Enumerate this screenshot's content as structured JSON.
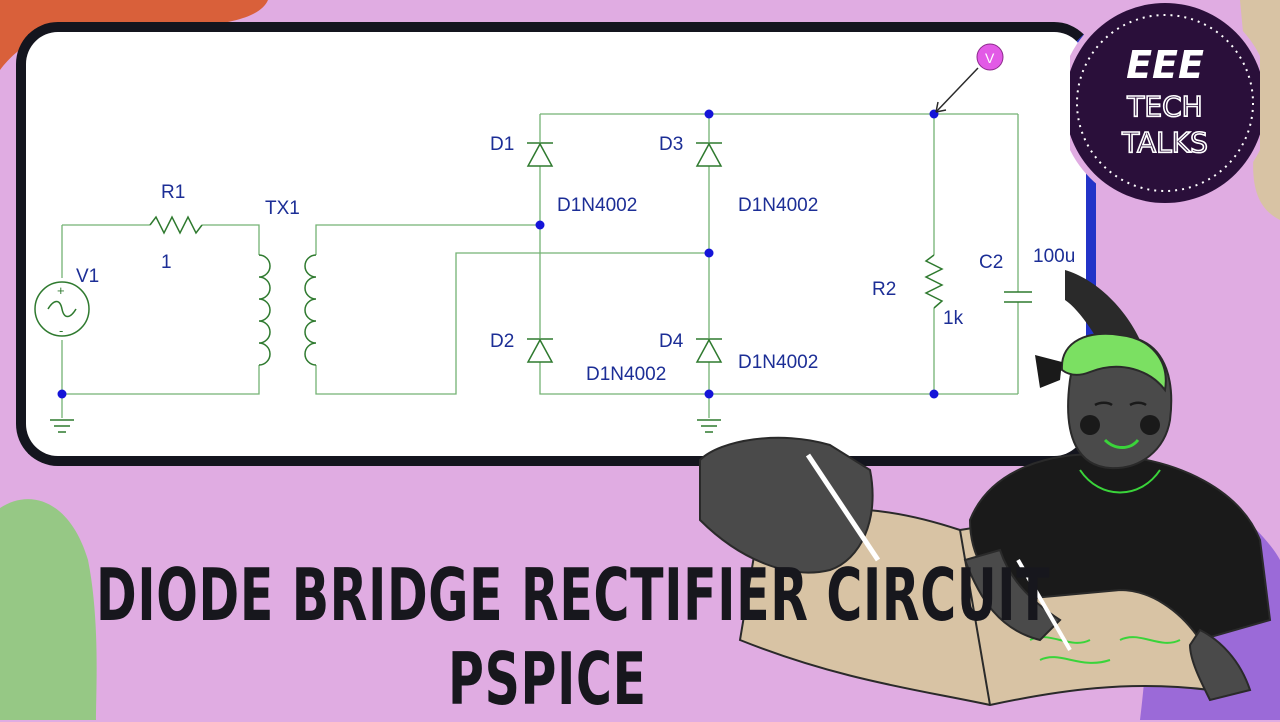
{
  "thumbnail": {
    "title_line1": "DIODE BRIDGE RECTIFIER CIRCUIT",
    "title_line2": "PSPICE"
  },
  "logo": {
    "line1": "EEE",
    "line2": "TECH",
    "line3": "TALKS"
  },
  "schematic": {
    "components": {
      "v1": {
        "ref": "V1"
      },
      "r1": {
        "ref": "R1",
        "value": "1"
      },
      "tx1": {
        "ref": "TX1"
      },
      "d1": {
        "ref": "D1",
        "model": "D1N4002"
      },
      "d2": {
        "ref": "D2",
        "model": "D1N4002"
      },
      "d3": {
        "ref": "D3",
        "model": "D1N4002"
      },
      "d4": {
        "ref": "D4",
        "model": "D1N4002"
      },
      "r2": {
        "ref": "R2",
        "value": "1k"
      },
      "c2": {
        "ref": "C2",
        "value": "100u"
      }
    },
    "probe": {
      "label": "V"
    },
    "v1_plus": "+",
    "v1_minus": "-"
  },
  "colors": {
    "background": "#e0ace2",
    "wire": "#74b274",
    "component": "#2f7a2f",
    "label": "#1c2e96",
    "junction": "#1414d8",
    "probe": "#e25ae6",
    "logo_bg": "#2a0f3a"
  }
}
